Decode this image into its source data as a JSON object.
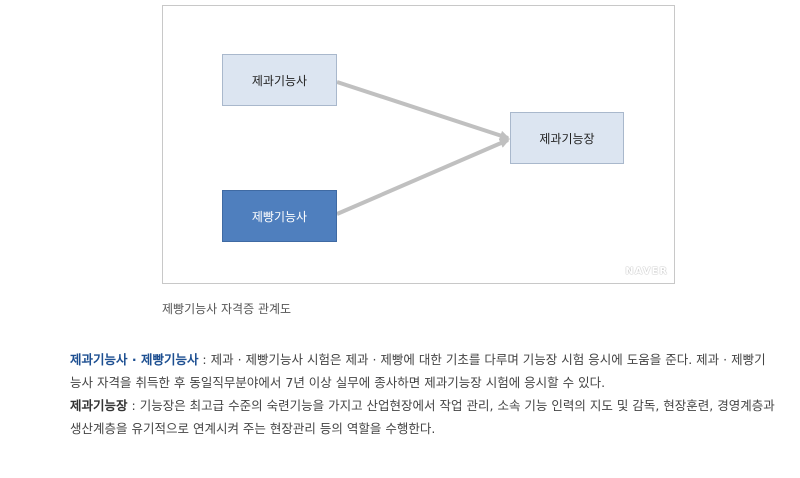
{
  "diagram": {
    "nodes": [
      {
        "id": "n1",
        "label": "제과기능사",
        "style": "light"
      },
      {
        "id": "n2",
        "label": "제빵기능사",
        "style": "dark"
      },
      {
        "id": "n3",
        "label": "제과기능장",
        "style": "light"
      }
    ],
    "edges": [
      {
        "from": "n1",
        "to": "n3"
      },
      {
        "from": "n2",
        "to": "n3"
      }
    ],
    "watermark": "NAVER",
    "arrow_color": "#c0c0c0"
  },
  "caption": "제빵기능사 자격증 관계도",
  "paragraphs": [
    {
      "term": "제과기능사 · 제빵기능사",
      "separator": " : ",
      "text": "제과 · 제빵기능사 시험은 제과 · 제빵에 대한 기초를 다루며 기능장 시험 응시에 도움을 준다. 제과 · 제빵기능사 자격을 취득한 후 동일직무분야에서 7년 이상 실무에 종사하면 제과기능장 시험에 응시할 수 있다."
    },
    {
      "term": "제과기능장",
      "separator": " : ",
      "text": "기능장은 최고급 수준의 숙련기능을 가지고 산업현장에서 작업 관리, 소속 기능 인력의 지도 및 감독, 현장훈련, 경영계층과 생산계층을 유기적으로 연계시켜 주는 현장관리 등의 역할을 수행한다."
    }
  ]
}
